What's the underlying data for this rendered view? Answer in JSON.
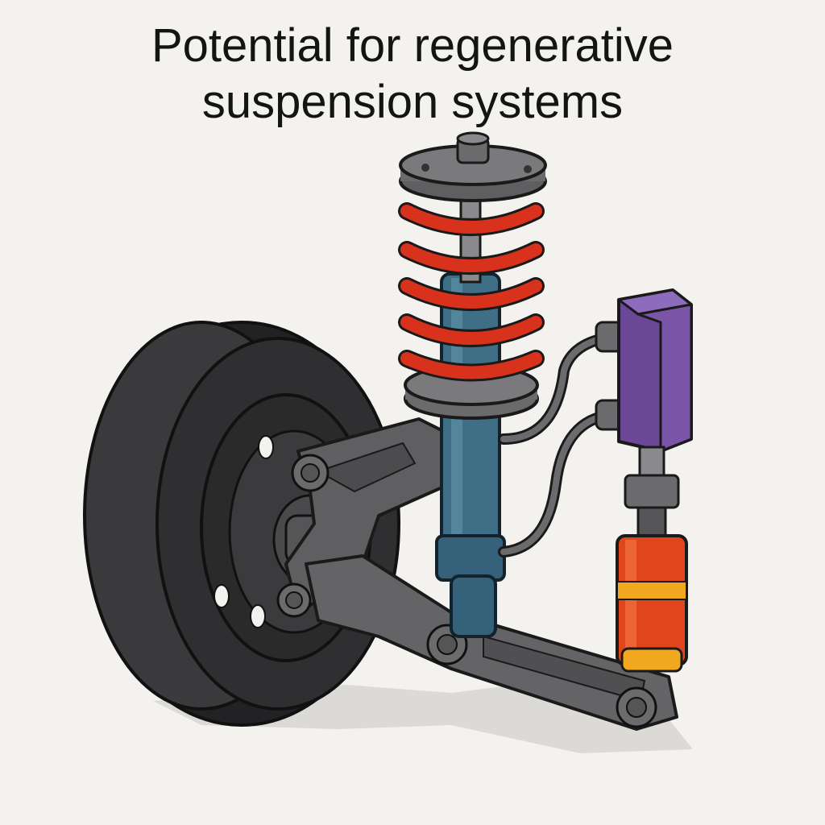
{
  "title": {
    "line1": "Potential for regenerative",
    "line2": "suspension systems"
  },
  "palette": {
    "background": "#f4f2ef",
    "tire": "#2f2f31",
    "metal": "#6b6b6e",
    "spring": "#d8321c",
    "damper_body": "#3f6f86",
    "generator_unit": "#7a55a8",
    "regenerative_damper": "#e0451c",
    "damper_band": "#f2a81e"
  },
  "components": [
    {
      "name": "wheel",
      "icon": "tire-icon"
    },
    {
      "name": "coil-spring",
      "icon": "spring-icon"
    },
    {
      "name": "shock-absorber",
      "icon": "damper-icon"
    },
    {
      "name": "control-arm",
      "icon": "arm-icon"
    },
    {
      "name": "energy-converter",
      "icon": "generator-icon"
    },
    {
      "name": "regenerative-damper",
      "icon": "damper-icon"
    }
  ]
}
